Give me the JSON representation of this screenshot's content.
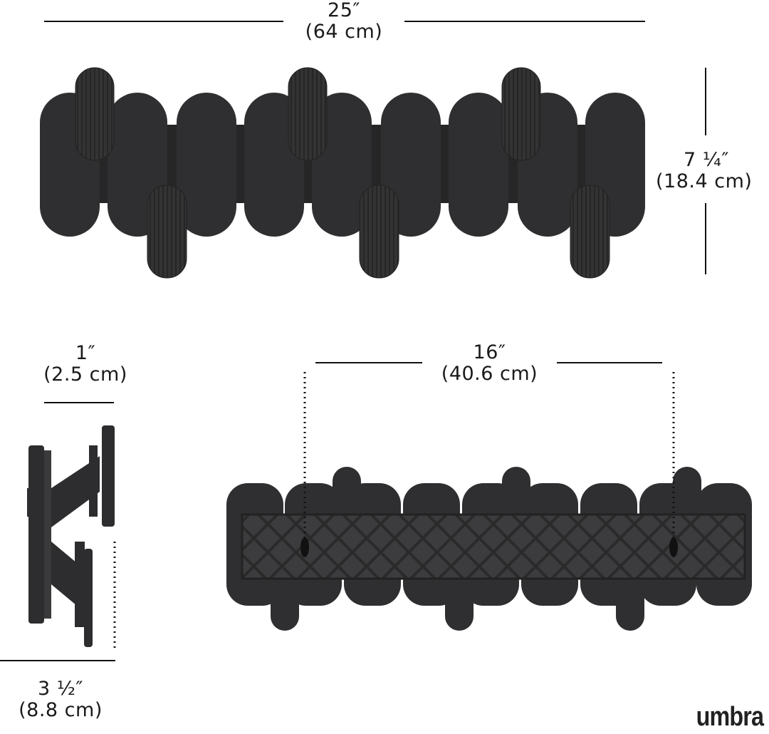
{
  "dimensions": {
    "width": {
      "imperial": "25″",
      "metric": "(64 cm)"
    },
    "height": {
      "imperial": "7 ¼″",
      "metric": "(18.4 cm)"
    },
    "hook_depth": {
      "imperial": "1″",
      "metric": "(2.5 cm)"
    },
    "total_depth": {
      "imperial": "3 ½″",
      "metric": "(8.8 cm)"
    },
    "mount_spacing": {
      "imperial": "16″",
      "metric": "(40.6 cm)"
    }
  },
  "brand": "umbra",
  "colors": {
    "product": "#2f2f31",
    "plate": "#3a3a3c",
    "lines": "#111111"
  }
}
